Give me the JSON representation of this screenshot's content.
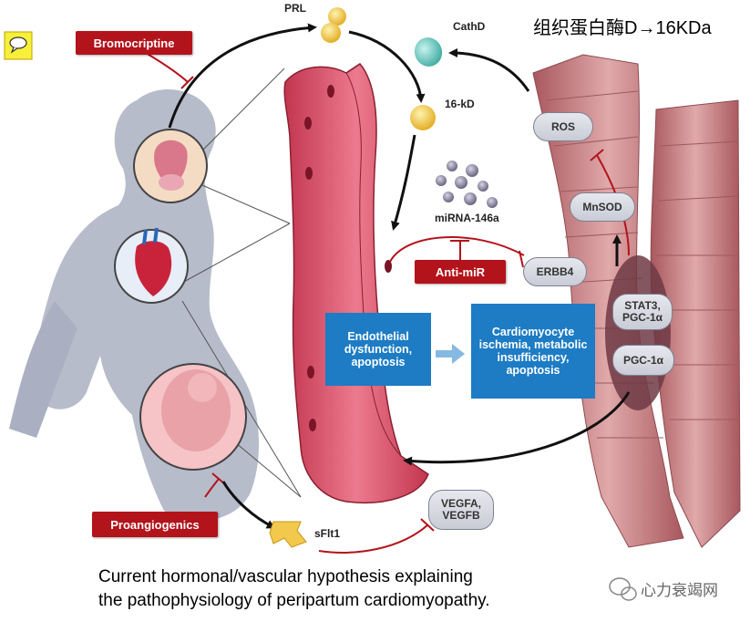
{
  "header_text": "组织蛋白酶D→16KDa",
  "watermark": "心力衰竭网",
  "caption": {
    "line1": "Current hormonal/vascular hypothesis explaining",
    "line2": "the pathophysiology of peripartum cardiomyopathy."
  },
  "labels": {
    "prl": "PRL",
    "cathd": "CathD",
    "kd16": "16-kD",
    "mirna": "miRNA-146a",
    "sflt1": "sFlt1"
  },
  "red_boxes": {
    "bromocriptine": "Bromocriptine",
    "anti_mir": "Anti-miR",
    "proangiogenics": "Proangiogenics"
  },
  "blue_boxes": {
    "endothelial": "Endothelial dysfunction, apoptosis",
    "cardiomyocyte": "Cardiomyocyte ischemia, metabolic insufficiency, apoptosis"
  },
  "pills": {
    "ros": "ROS",
    "mnsod": "MnSOD",
    "erbb4": "ERBB4",
    "stat3": "STAT3, PGC-1α",
    "pgc1a": "PGC-1α",
    "vegf": "VEGFA, VEGFB"
  },
  "colors": {
    "inhibitor_red": "#b3131b",
    "process_blue": "#1d7cc4",
    "vessel_pink": "#d9536b",
    "muscle_pink": "#c98a8e",
    "silhouette_gray": "#b4b8c8",
    "hormone_yellow": "#f2c94c",
    "cathd_teal": "#5fc9c0",
    "mirna_purple": "#7b7790"
  },
  "icons": [
    "comment-icon",
    "wechat-icon"
  ]
}
